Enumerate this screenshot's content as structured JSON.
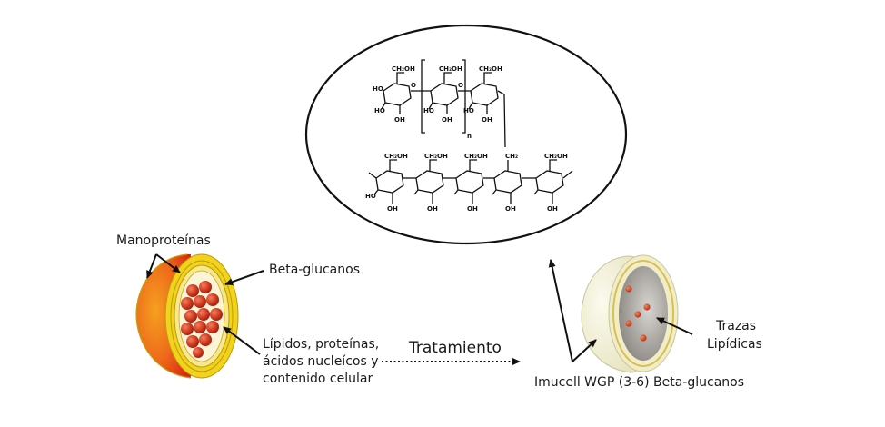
{
  "labels": {
    "manoproteinas": "Manoproteínas",
    "beta_glucanos": "Beta-glucanos",
    "contenido_line1": "Lípidos, proteínas,",
    "contenido_line2": "ácidos nucleícos y",
    "contenido_line3": "contenido celular",
    "tratamiento": "Tratamiento",
    "trazas_line1": "Trazas",
    "trazas_line2": "Lipídicas",
    "imucell": "Imucell WGP (3-6) Beta-glucanos"
  },
  "structure_labels": {
    "ch2oh": "CH₂OH",
    "ch2": "CH₂",
    "oh": "OH",
    "ho": "HO",
    "o": "O",
    "n": "n"
  },
  "colors": {
    "cell_outer_orange": "#f08020",
    "cell_outer_red": "#e03010",
    "cell_yellow": "#f2d21a",
    "spheres": "#d23a20",
    "wgp_shell": "#f4f2d2",
    "wgp_inner": "#9a9690",
    "arrow": "#111111"
  }
}
